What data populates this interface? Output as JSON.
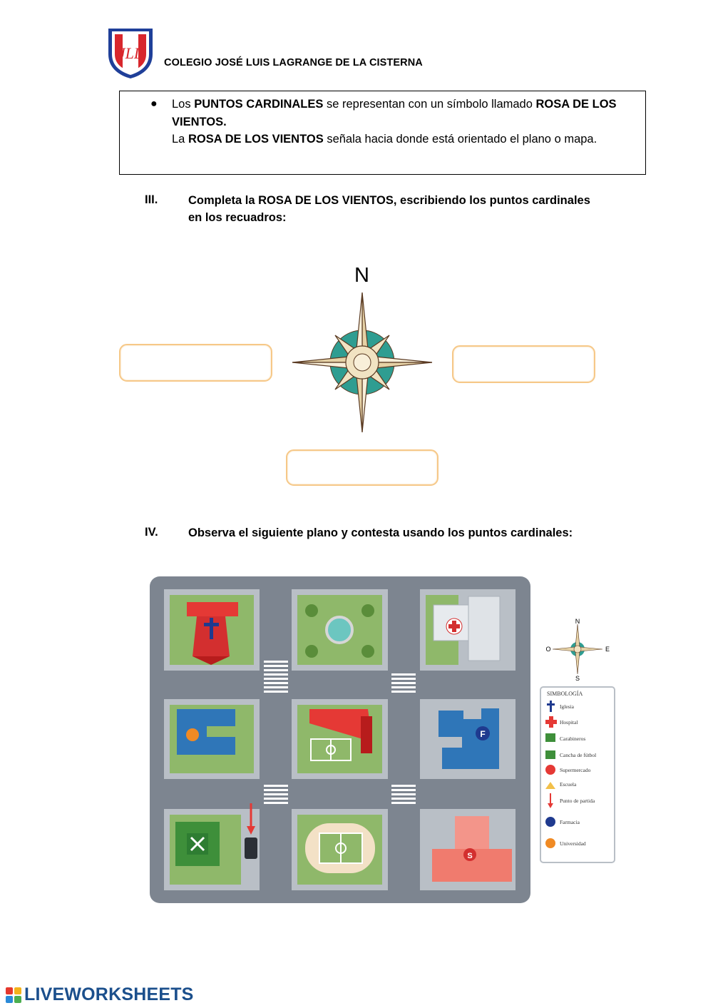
{
  "header": {
    "school_name": "COLEGIO JOSÉ LUIS LAGRANGE DE LA CISTERNA",
    "logo_text": "JLL"
  },
  "info": {
    "l1_a": "Los ",
    "l1_b": "PUNTOS CARDINALES",
    "l1_c": " se representan con un símbolo llamado ",
    "l1_d": "ROSA DE LOS",
    "l2_a": "VIENTOS.",
    "l3_a": "La ",
    "l3_b": "ROSA DE LOS VIENTOS",
    "l3_c": " señala hacia donde está orientado el plano o mapa."
  },
  "section3": {
    "number": "III.",
    "line1": "Completa la ROSA DE LOS VIENTOS, escribiendo los puntos cardinales",
    "line2": "en los recuadros:",
    "compass_north": "N",
    "answers": {
      "west": "",
      "east": "",
      "south": ""
    }
  },
  "section4": {
    "number": "IV.",
    "text": "Observa el siguiente plano y contesta usando los puntos cardinales:"
  },
  "map_compass": {
    "n": "N",
    "s": "S",
    "e": "E",
    "o": "O"
  },
  "legend": {
    "title": "SIMBOLOGÍA",
    "items": [
      "Iglesia",
      "Hospital",
      "Carabineros",
      "Cancha de fútbol",
      "Supermercado",
      "Escuela",
      "Punto de partida",
      "Farmacia",
      "Universidad"
    ]
  },
  "footer": {
    "brand": "LIVEWORKSHEETS"
  },
  "colors": {
    "logo_blue": "#1f3f99",
    "logo_red": "#d8262c",
    "answer_border": "#f6c888",
    "road": "#7d8590",
    "block": "#b9bfc6",
    "grass": "#8fb86a",
    "footer_blue": "#1b4f8c"
  }
}
